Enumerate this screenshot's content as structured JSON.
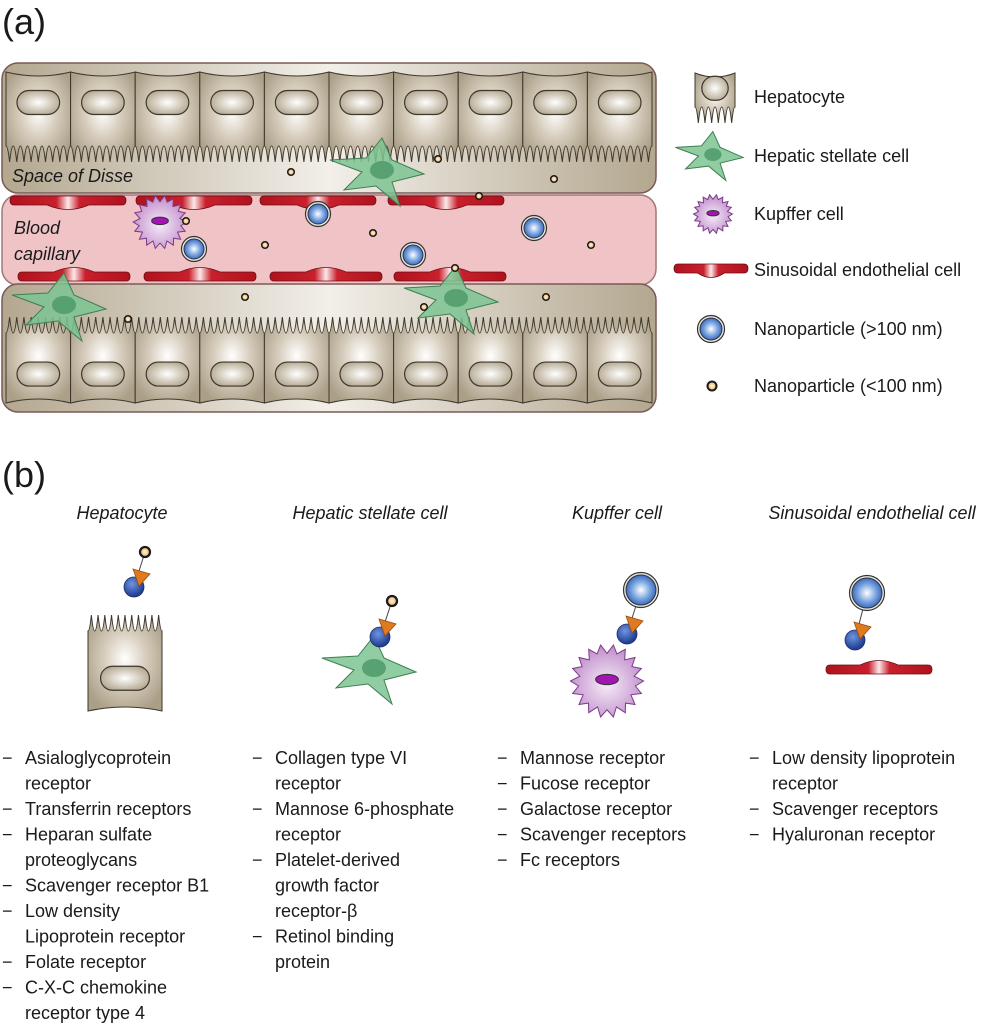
{
  "panels": {
    "a": {
      "label": "(a)"
    },
    "b": {
      "label": "(b)"
    }
  },
  "regions": {
    "space_of_disse": "Space of Disse",
    "blood_capillary_line1": "Blood",
    "blood_capillary_line2": "capillary"
  },
  "colors": {
    "hepatocyte": "#b7ab95",
    "hepatocyte_dark": "#8f836d",
    "stellate": "#6fbf8a",
    "stellate_nucleus": "#4e9a68",
    "kupffer": "#c79ad0",
    "kupffer_nucleus": "#a012b0",
    "endothelial": "#c0202a",
    "capillary": "#f0c4c6",
    "np_large": "#3a6fc4",
    "np_small": "#f0b050",
    "ligand": "#e07a1f",
    "receptor": "#2f56b0"
  },
  "legend": [
    {
      "icon": "hepatocyte-icon",
      "label": "Hepatocyte"
    },
    {
      "icon": "hepatic-stellate-cell-icon",
      "label": "Hepatic stellate cell"
    },
    {
      "icon": "kupffer-cell-icon",
      "label": "Kupffer cell"
    },
    {
      "icon": "sinusoidal-endothelial-cell-icon",
      "label": "Sinusoidal endothelial cell"
    },
    {
      "icon": "nanoparticle-large-icon",
      "label": "Nanoparticle (>100 nm)"
    },
    {
      "icon": "nanoparticle-small-icon",
      "label": "Nanoparticle (<100 nm)"
    }
  ],
  "cell_types": [
    {
      "title": "Hepatocyte",
      "nanoparticle": "small",
      "receptors": [
        [
          "Asialoglycoprotein",
          "receptor"
        ],
        [
          "Transferrin receptors"
        ],
        [
          "Heparan sulfate",
          "proteoglycans"
        ],
        [
          "Scavenger receptor B1"
        ],
        [
          "Low density",
          "Lipoprotein receptor"
        ],
        [
          "Folate receptor"
        ],
        [
          "C-X-C chemokine",
          "receptor type 4"
        ]
      ]
    },
    {
      "title": "Hepatic stellate cell",
      "nanoparticle": "small",
      "receptors": [
        [
          "Collagen type VI",
          "receptor"
        ],
        [
          "Mannose 6-phosphate",
          "receptor"
        ],
        [
          "Platelet-derived",
          "growth factor",
          "receptor-β"
        ],
        [
          "Retinol binding",
          "protein"
        ]
      ]
    },
    {
      "title": "Kupffer cell",
      "nanoparticle": "large",
      "receptors": [
        [
          "Mannose receptor"
        ],
        [
          "Fucose receptor"
        ],
        [
          "Galactose receptor"
        ],
        [
          "Scavenger receptors"
        ],
        [
          "Fc receptors"
        ]
      ]
    },
    {
      "title": "Sinusoidal endothelial cell",
      "nanoparticle": "large",
      "receptors": [
        [
          "Low density lipoprotein",
          "receptor"
        ],
        [
          "Scavenger receptors"
        ],
        [
          "Hyaluronan receptor"
        ]
      ]
    }
  ],
  "bullet": "−"
}
